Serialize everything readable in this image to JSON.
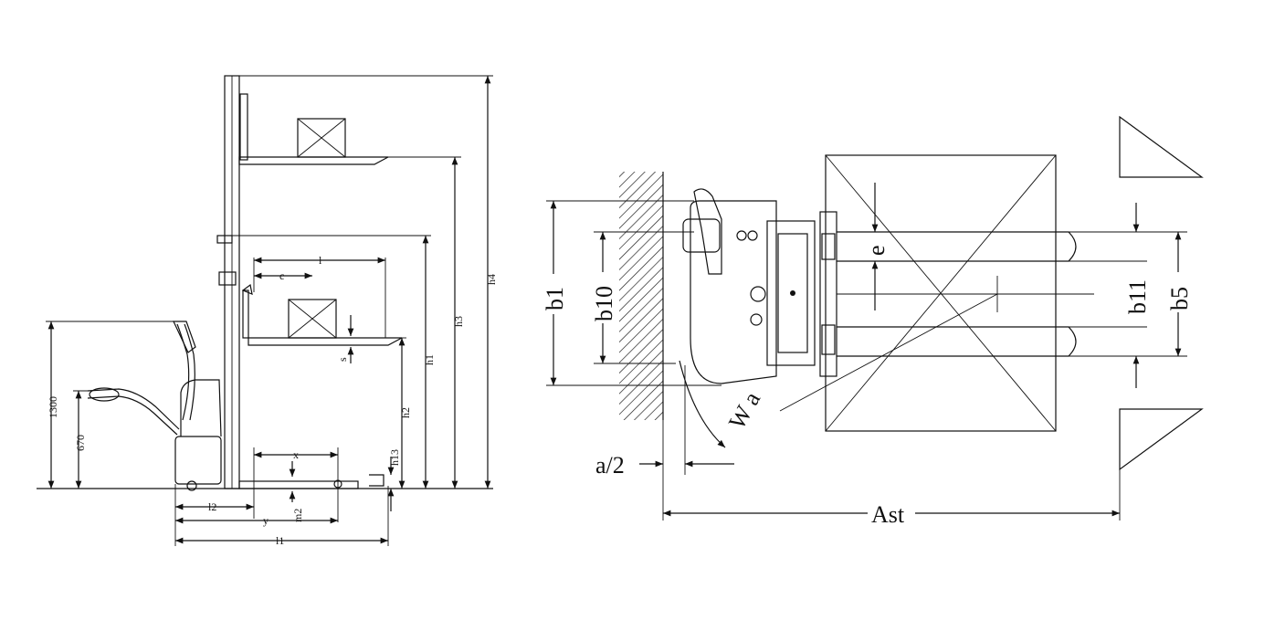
{
  "side_view": {
    "labels": {
      "h4": "h4",
      "h3": "h3",
      "h1": "h1",
      "h2": "h2",
      "h13": "h13",
      "l": "l",
      "c": "c",
      "s": "s",
      "x": "x",
      "y": "y",
      "l2": "l2",
      "l1": "l1",
      "m2": "m2",
      "d1300": "1300",
      "d670": "670"
    }
  },
  "top_view": {
    "labels": {
      "b1": "b1",
      "b10": "b10",
      "b11": "b11",
      "b5": "b5",
      "e": "e",
      "wa": "W a",
      "a2": "a/2",
      "ast": "Ast"
    }
  }
}
